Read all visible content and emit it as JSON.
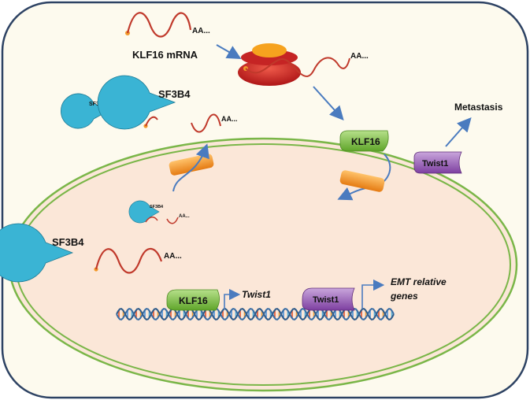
{
  "colors": {
    "cell_border": "#2d4263",
    "cell_fill": "#fdfaee",
    "nucleus_fill": "#fbe7d8",
    "nucleus_border": "#7ab648",
    "mrna": "#c0392b",
    "arrow": "#4a7bbf",
    "sf3b4": "#3ab4d4",
    "klf16": "#7cc142",
    "twist1": "#9b66b8",
    "pore": "#f39a2b",
    "ribosome_body": "#d62b2b",
    "ribosome_cap": "#f6a21e"
  },
  "labels": {
    "klf16_mrna": "KLF16 mRNA",
    "metastasis": "Metastasis",
    "twist1_gene": "Twist1",
    "emt_line1": "EMT relative",
    "emt_line2": "genes",
    "poly_a": "AA..."
  },
  "proteins": {
    "sf3b4": "SF3B4",
    "klf16": "KLF16",
    "twist1": "Twist1"
  },
  "icons": [
    "sf3b4-protein-icon",
    "ribosome-icon",
    "nuclear-pore-icon",
    "dna-helix-icon",
    "mrna-strand-icon"
  ]
}
